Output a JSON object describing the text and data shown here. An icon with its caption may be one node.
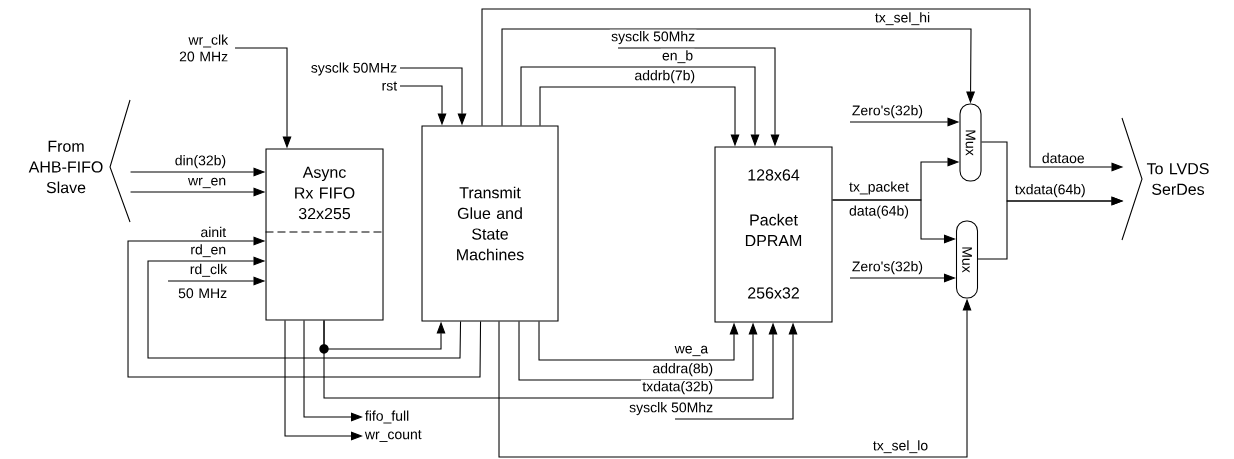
{
  "diagram": {
    "nodes": [
      {
        "text": [
          "From AHB-FIFO Slave"
        ]
      },
      {
        "text": [
          "Async Rx FIFO 32x255"
        ]
      },
      {
        "text": [
          "Transmit Glue and State Machines"
        ]
      },
      {
        "text": [
          "128x64",
          "Packet DPRAM",
          "256x32"
        ]
      },
      {
        "text": [
          "Mux"
        ]
      },
      {
        "text": [
          "Mux"
        ]
      },
      {
        "text": [
          "To LVDS SerDes"
        ]
      },
      {
        "text": [
          "fifo_full"
        ]
      },
      {
        "text": [
          "wr_count"
        ]
      }
    ],
    "edges": [
      {
        "from": null,
        "to": 1,
        "arrow": "to",
        "label": "wr_clk 20 MHz"
      },
      {
        "from": 0,
        "to": 1,
        "arrow": "to",
        "label": "din(32b)"
      },
      {
        "from": 0,
        "to": 1,
        "arrow": "to",
        "label": "wr_en"
      },
      {
        "from": 2,
        "to": 1,
        "arrow": "to",
        "label": "ainit"
      },
      {
        "from": 2,
        "to": 1,
        "arrow": "to",
        "label": "rd_en"
      },
      {
        "from": null,
        "to": 1,
        "arrow": "to",
        "label": "rd_clk 50 MHz"
      },
      {
        "from": 1,
        "to": 2,
        "arrow": "to"
      },
      {
        "from": 1,
        "to": 3,
        "arrow": "to",
        "label": "txdata(32b)"
      },
      {
        "from": 1,
        "to": 7,
        "arrow": "to"
      },
      {
        "from": 1,
        "to": 8,
        "arrow": "to"
      },
      {
        "from": null,
        "to": 2,
        "arrow": "to",
        "label": "sysclk 50MHz"
      },
      {
        "from": null,
        "to": 2,
        "arrow": "to",
        "label": "rst"
      },
      {
        "from": 2,
        "to": 6,
        "arrow": "to",
        "label": "dataoe"
      },
      {
        "from": 2,
        "to": 4,
        "arrow": "to",
        "label": "tx_sel_hi"
      },
      {
        "from": null,
        "to": 3,
        "arrow": "to",
        "label": "sysclk 50Mhz"
      },
      {
        "from": 2,
        "to": 3,
        "arrow": "to",
        "label": "en_b"
      },
      {
        "from": 2,
        "to": 3,
        "arrow": "to",
        "label": "addrb(7b)"
      },
      {
        "from": 2,
        "to": 3,
        "arrow": "to",
        "label": "we_a"
      },
      {
        "from": 2,
        "to": 3,
        "arrow": "to",
        "label": "addra(8b)"
      },
      {
        "from": null,
        "to": 3,
        "arrow": "to",
        "label": "sysclk 50Mhz"
      },
      {
        "from": 2,
        "to": 5,
        "arrow": "to",
        "label": "tx_sel_lo"
      },
      {
        "from": 3,
        "to": 4,
        "arrow": "to",
        "label": "tx_packet data(64b)"
      },
      {
        "from": 3,
        "to": 5,
        "arrow": "to"
      },
      {
        "from": null,
        "to": 4,
        "arrow": "to",
        "label": "Zero's(32b)"
      },
      {
        "from": null,
        "to": 5,
        "arrow": "to",
        "label": "Zero's(32b)"
      },
      {
        "from": 4,
        "to": 6,
        "arrow": "to",
        "label": "txdata(64b)"
      },
      {
        "from": 5,
        "to": 6,
        "arrow": "to"
      }
    ]
  }
}
